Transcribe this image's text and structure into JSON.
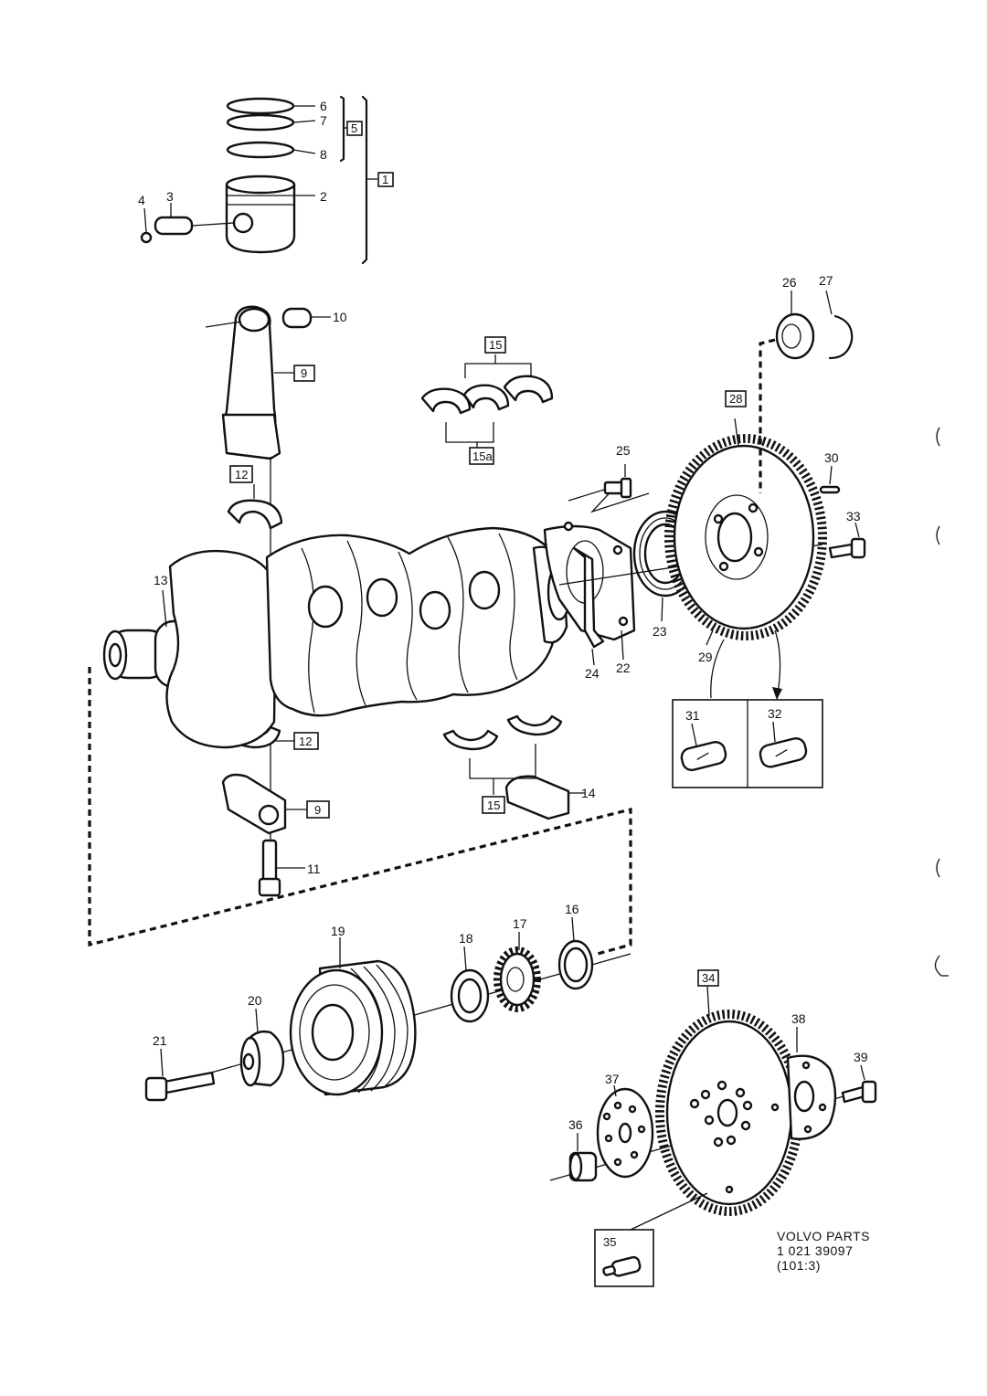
{
  "footer": {
    "line1": "VOLVO PARTS",
    "line2": "1  021 39097",
    "line3": "(101:3)"
  },
  "labels": {
    "p2": "2",
    "p3": "3",
    "p4": "4",
    "p6": "6",
    "p7": "7",
    "p8": "8",
    "p10": "10",
    "p11": "11",
    "p13": "13",
    "p14": "14",
    "p16": "16",
    "p17": "17",
    "p18": "18",
    "p19": "19",
    "p20": "20",
    "p21": "21",
    "p22": "22",
    "p23": "23",
    "p24": "24",
    "p25": "25",
    "p26": "26",
    "p27": "27",
    "p29": "29",
    "p30": "30",
    "p31": "31",
    "p32": "32",
    "p33": "33",
    "p36": "36",
    "p37": "37",
    "p38": "38",
    "p39": "39"
  },
  "boxes": {
    "b1": "1",
    "b5": "5",
    "b9a": "9",
    "b9b": "9",
    "b12a": "12",
    "b12b": "12",
    "b15a": "15",
    "b15b": "15",
    "b15c": "15a",
    "b28": "28",
    "b34": "34",
    "b35": "35"
  }
}
